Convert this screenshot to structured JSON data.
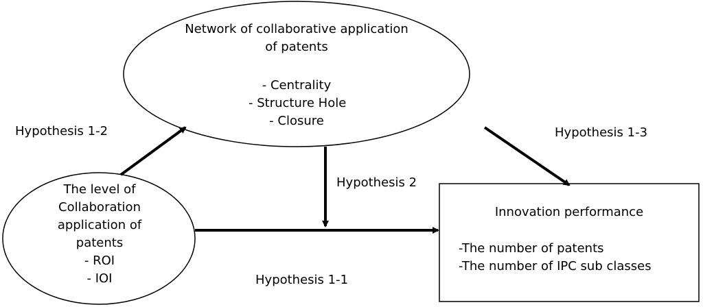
{
  "network": {
    "title_lines": [
      "Network of collaborative application",
      "of patents"
    ],
    "items": [
      "- Centrality",
      "- Structure Hole",
      "- Closure"
    ]
  },
  "collaboration": {
    "lines": [
      "The level of",
      "Collaboration",
      "application of",
      "patents",
      "- ROI",
      "- IOI"
    ]
  },
  "innovation": {
    "title": "Innovation performance",
    "items": [
      "-The number of patents",
      "-The number of IPC sub classes"
    ]
  },
  "hypotheses": {
    "h1_1": "Hypothesis  1-1",
    "h1_2": "Hypothesis 1-2",
    "h1_3": "Hypothesis 1-3",
    "h2": "Hypothesis 2"
  },
  "colors": {
    "stroke": "#000000",
    "fill": "#ffffff"
  }
}
